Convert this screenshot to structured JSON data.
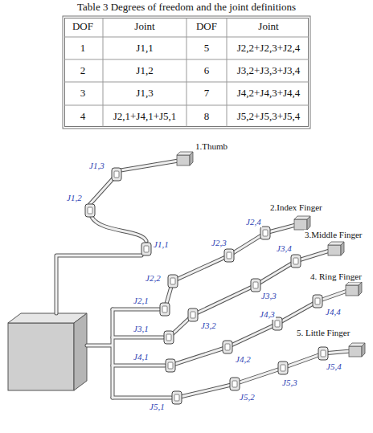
{
  "diagram": {
    "title": "Table 3 Degrees of freedom and the joint definitions",
    "labels": [
      "DOF",
      "Joint",
      "DOF",
      "Joint",
      "1",
      "J1,1",
      "5",
      "J2,2+J2,3+J2,4",
      "2",
      "J1,2",
      "6",
      "J3,2+J3,3+J3,4",
      "3",
      "J1,3",
      "7",
      "J4,2+J4,3+J4,4",
      "4",
      "J2,1+J4,1+J5,1",
      "8",
      "J5,2+J5,3+J5,4",
      "1.Thumb",
      "J1,3",
      "J1,2",
      "2.Index Finger",
      "J2,4",
      "3.Middle Finger",
      "J2,3",
      "J3,4",
      "J1,1",
      "J2,2",
      "4. Ring Finger",
      "J3,3",
      "J2,1",
      "J3,2",
      "J4,4",
      "J3,1",
      "J4,3",
      "J4,2",
      "5. Little Finger",
      "J5,4",
      "J4,1",
      "J5,3",
      "J5,2",
      "J5,1"
    ]
  }
}
